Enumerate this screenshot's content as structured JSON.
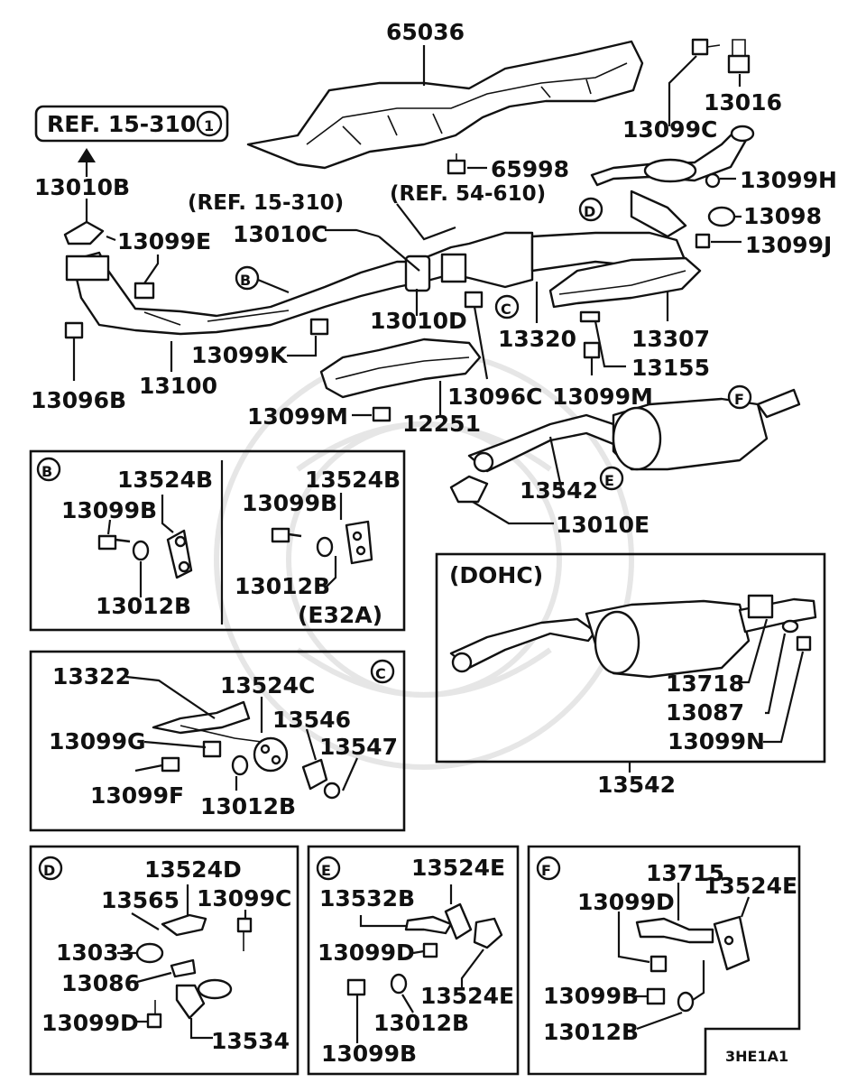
{
  "diagram_code": "3HE1A1",
  "ref_box": {
    "text": "REF. 15-310",
    "circle": "1"
  },
  "ref_notes": [
    "(REF. 15-310)",
    "(REF. 54-610)"
  ],
  "main_labels": {
    "p65036": "65036",
    "p13016": "13016",
    "p13099C": "13099C",
    "p13099H": "13099H",
    "p13098": "13098",
    "p13099J": "13099J",
    "p65998": "65998",
    "p13010B": "13010B",
    "p13099E": "13099E",
    "p13010C": "13010C",
    "p13010D": "13010D",
    "p13320": "13320",
    "p13307": "13307",
    "p13099K": "13099K",
    "p13096B": "13096B",
    "p13100": "13100",
    "p13155": "13155",
    "p13096C": "13096C",
    "p13099M_a": "13099M",
    "p13099M_b": "13099M",
    "p12251": "12251",
    "p13542": "13542",
    "p13010E": "13010E"
  },
  "callouts": {
    "B": "B",
    "C": "C",
    "D": "D",
    "E": "E",
    "F": "F"
  },
  "panel_b": {
    "tag": "B",
    "l1": "13524B",
    "l2": "13099B",
    "l3": "13012B",
    "r1": "13524B",
    "r2": "13099B",
    "r3": "13012B",
    "variant": "(E32A)"
  },
  "panel_dohc": {
    "title": "(DOHC)",
    "l1": "13718",
    "l2": "13087",
    "l3": "13099N",
    "part": "13542"
  },
  "panel_c": {
    "tag": "C",
    "l1": "13322",
    "l2": "13524C",
    "l3": "13546",
    "l4": "13547",
    "l5": "13099G",
    "l6": "13099F",
    "l7": "13012B"
  },
  "panel_d": {
    "tag": "D",
    "l1": "13524D",
    "l2": "13565",
    "l3": "13099C",
    "l4": "13033",
    "l5": "13086",
    "l6": "13099D",
    "l7": "13534"
  },
  "panel_e": {
    "tag": "E",
    "l1": "13524E",
    "l2": "13532B",
    "l3": "13099D",
    "l4": "13524E",
    "l5": "13099B",
    "l6": "13012B"
  },
  "panel_f": {
    "tag": "F",
    "l1": "13715",
    "l2": "13099D",
    "l3": "13524E",
    "l4": "13099B",
    "l5": "13012B"
  }
}
